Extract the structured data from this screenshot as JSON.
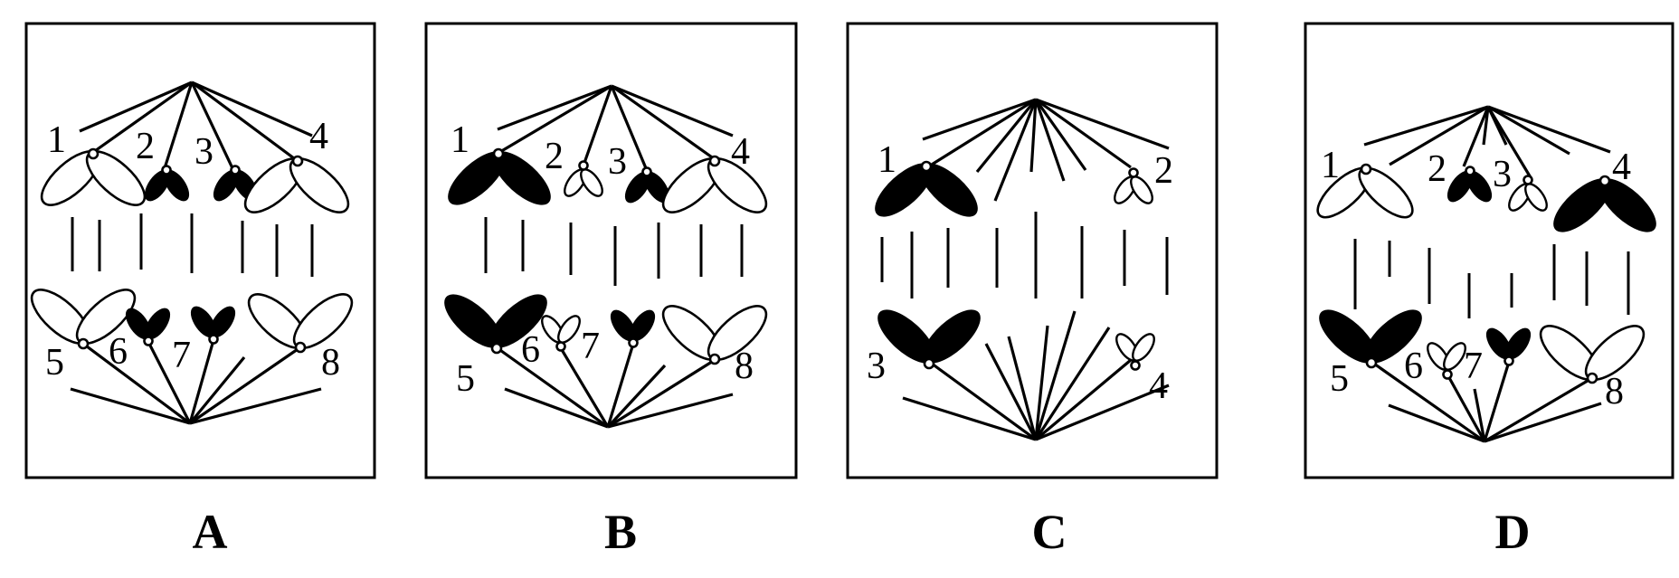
{
  "colors": {
    "ink": "#000000",
    "paper": "#ffffff"
  },
  "panels": [
    {
      "caption": "A",
      "chromosomes": [
        {
          "label": "1",
          "size": "large",
          "fill": "white"
        },
        {
          "label": "2",
          "size": "small",
          "fill": "black"
        },
        {
          "label": "3",
          "size": "small",
          "fill": "black"
        },
        {
          "label": "4",
          "size": "large",
          "fill": "white"
        },
        {
          "label": "5",
          "size": "large",
          "fill": "white"
        },
        {
          "label": "6",
          "size": "small",
          "fill": "black"
        },
        {
          "label": "7",
          "size": "small",
          "fill": "black"
        },
        {
          "label": "8",
          "size": "large",
          "fill": "white"
        }
      ]
    },
    {
      "caption": "B",
      "chromosomes": [
        {
          "label": "1",
          "size": "large",
          "fill": "black"
        },
        {
          "label": "2",
          "size": "small",
          "fill": "white"
        },
        {
          "label": "3",
          "size": "small",
          "fill": "black"
        },
        {
          "label": "4",
          "size": "large",
          "fill": "white"
        },
        {
          "label": "5",
          "size": "large",
          "fill": "black"
        },
        {
          "label": "6",
          "size": "small",
          "fill": "white"
        },
        {
          "label": "7",
          "size": "small",
          "fill": "black"
        },
        {
          "label": "8",
          "size": "large",
          "fill": "white"
        }
      ]
    },
    {
      "caption": "C",
      "chromosomes": [
        {
          "label": "1",
          "size": "large",
          "fill": "black"
        },
        {
          "label": "2",
          "size": "small",
          "fill": "white"
        },
        {
          "label": "3",
          "size": "large",
          "fill": "black"
        },
        {
          "label": "4",
          "size": "small",
          "fill": "white"
        }
      ]
    },
    {
      "caption": "D",
      "chromosomes": [
        {
          "label": "1",
          "size": "large",
          "fill": "white"
        },
        {
          "label": "2",
          "size": "small",
          "fill": "black"
        },
        {
          "label": "3",
          "size": "small",
          "fill": "white"
        },
        {
          "label": "4",
          "size": "large",
          "fill": "black"
        },
        {
          "label": "5",
          "size": "large",
          "fill": "black"
        },
        {
          "label": "6",
          "size": "small",
          "fill": "white"
        },
        {
          "label": "7",
          "size": "small",
          "fill": "black"
        },
        {
          "label": "8",
          "size": "large",
          "fill": "white"
        }
      ]
    }
  ]
}
